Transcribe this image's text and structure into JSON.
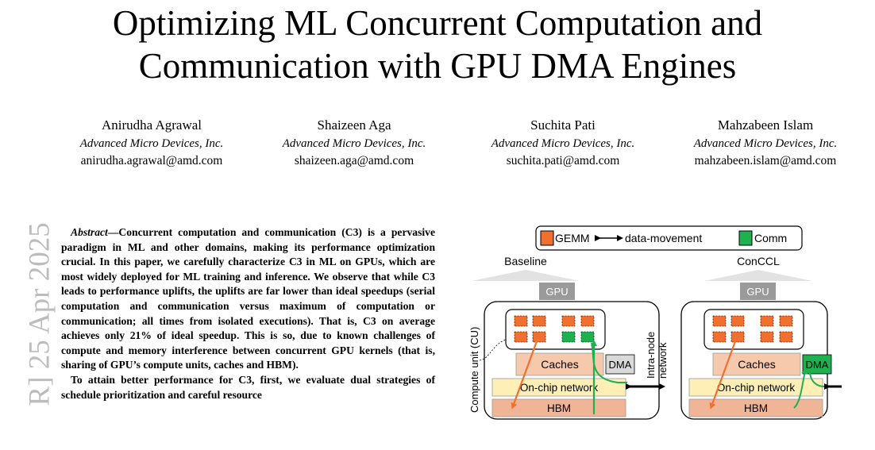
{
  "paper": {
    "title_line1": "Optimizing ML Concurrent Computation and",
    "title_line2": "Communication with GPU DMA Engines",
    "arxiv_stamp": "R]  25 Apr 2025",
    "authors": [
      {
        "name": "Anirudha Agrawal",
        "affiliation": "Advanced Micro Devices, Inc.",
        "email": "anirudha.agrawal@amd.com"
      },
      {
        "name": "Shaizeen Aga",
        "affiliation": "Advanced Micro Devices, Inc.",
        "email": "shaizeen.aga@amd.com"
      },
      {
        "name": "Suchita Pati",
        "affiliation": "Advanced Micro Devices, Inc.",
        "email": "suchita.pati@amd.com"
      },
      {
        "name": "Mahzabeen Islam",
        "affiliation": "Advanced Micro Devices, Inc.",
        "email": "mahzabeen.islam@amd.com"
      }
    ],
    "abstract_label": "Abstract",
    "abstract_p1": "—Concurrent computation and communication (C3) is a pervasive paradigm in ML and other domains, making its performance optimization crucial. In this paper, we carefully characterize C3 in ML on GPUs, which are most widely deployed for ML training and inference. We observe that while C3 leads to performance uplifts, the uplifts are far lower than ideal speedups (serial computation and communication versus maximum of computation or communication; all times from isolated executions). That is, C3 on average achieves only 21% of ideal speedup. This is so, due to known challenges of compute and memory interference between concurrent GPU kernels (that is, sharing of GPU’s compute units, caches and HBM).",
    "abstract_p2": "To attain better performance for C3, first, we evaluate dual strategies of schedule prioritization and careful resource"
  },
  "figure": {
    "legend": {
      "gemm": "GEMM",
      "movement": "data-movement",
      "comm": "Comm"
    },
    "panel_left": "Baseline",
    "panel_right": "ConCCL",
    "gpu_label": "GPU",
    "compute_unit_label": "Compute unit (CU)",
    "caches": "Caches",
    "dma": "DMA",
    "onchip": "On-chip network",
    "hbm": "HBM",
    "intra_node_line1": "Intra-node",
    "intra_node_line2": "network",
    "colors": {
      "gemm": "#f07030",
      "comm": "#1fb050",
      "caches": "#f6c9ad",
      "onchip": "#fdefb6",
      "hbm": "#f0b596",
      "dma_left": "#d9d9d9",
      "gpu_box": "#9a9a9a"
    }
  }
}
